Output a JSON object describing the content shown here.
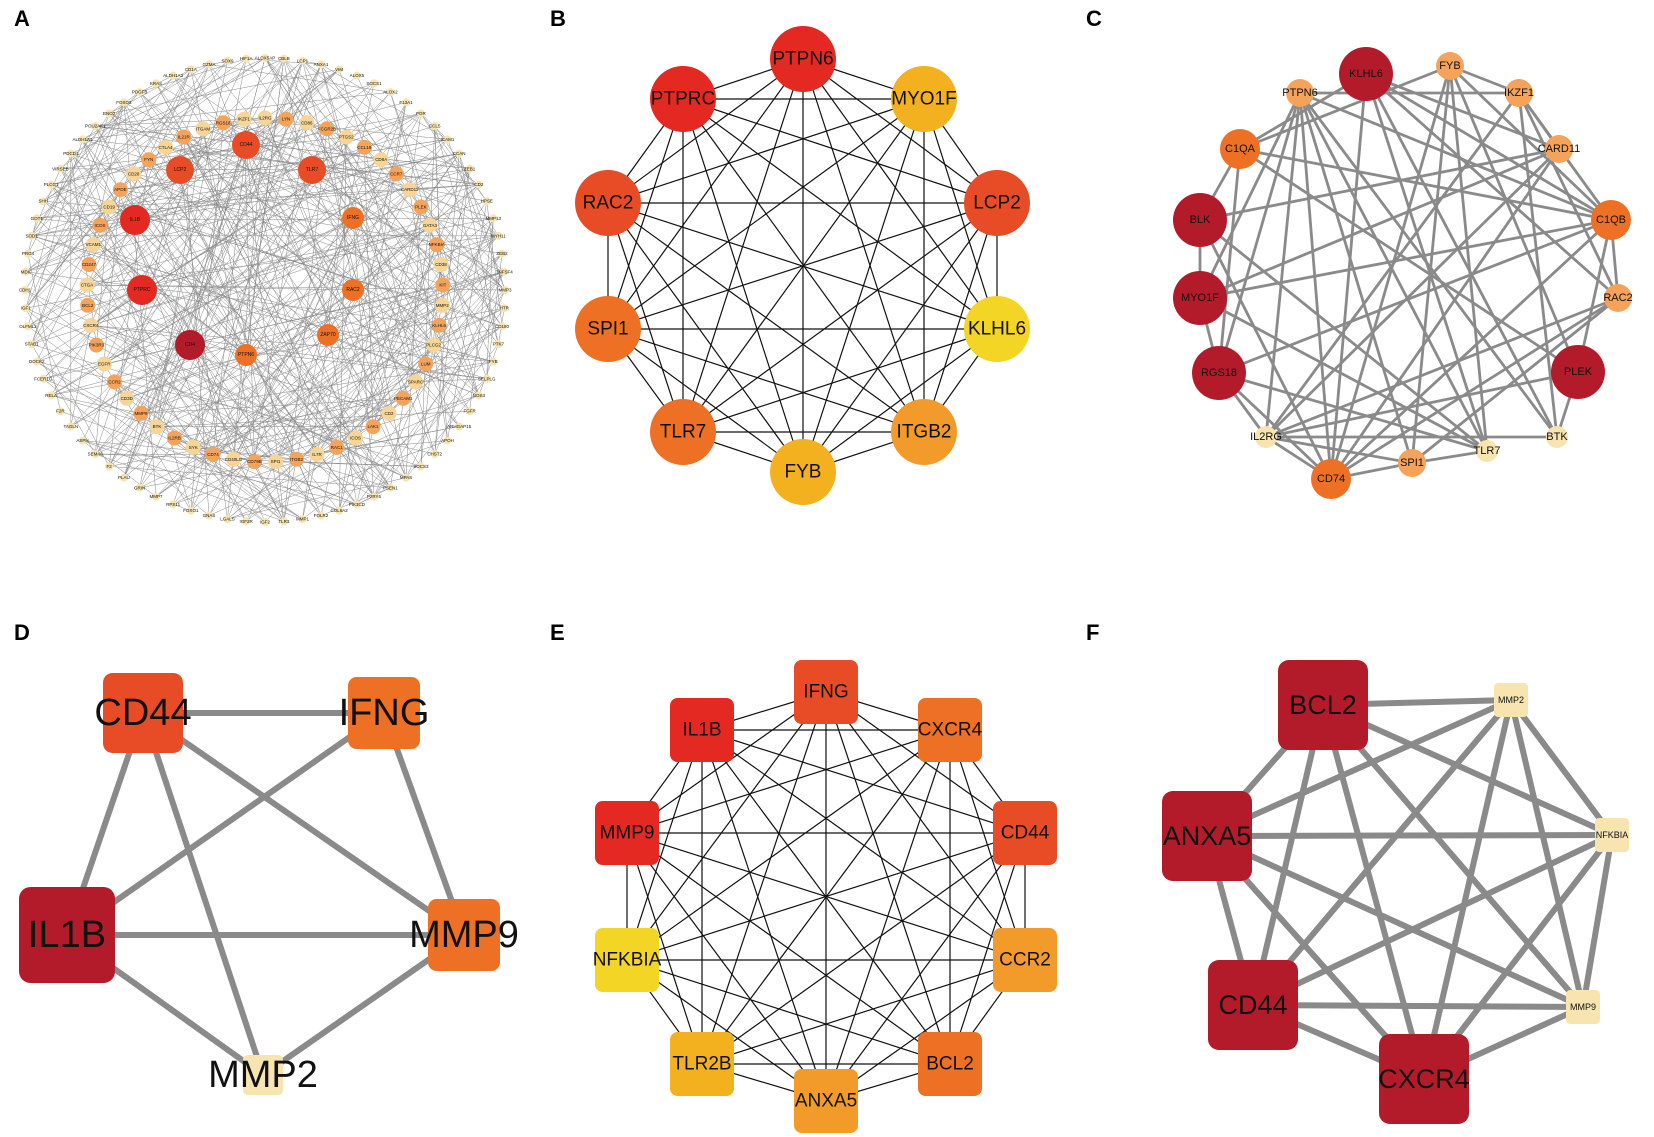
{
  "colors": {
    "darkred": "#b31b2b",
    "red": "#e42822",
    "redorange": "#e74c27",
    "orange": "#ee7024",
    "lightorange": "#f39b2a",
    "amber": "#f4b11f",
    "yellow": "#f3d526",
    "peach": "#f5a35a",
    "pale": "#f6d597",
    "palest": "#f7e4ae",
    "edge_black": "#111111",
    "edge_gray": "#8a8a8a"
  },
  "panels": {
    "A": {
      "letter": "A",
      "inner_nodes": [
        {
          "label": "CD44",
          "color": "redorange"
        },
        {
          "label": "TLR7",
          "color": "redorange"
        },
        {
          "label": "IFNG",
          "color": "orange"
        },
        {
          "label": "RAC2",
          "color": "orange"
        },
        {
          "label": "ZAP70",
          "color": "orange"
        },
        {
          "label": "PTPN6",
          "color": "orange"
        },
        {
          "label": "CD4",
          "color": "darkred"
        },
        {
          "label": "PTPRC",
          "color": "red"
        },
        {
          "label": "IL1B",
          "color": "red"
        },
        {
          "label": "LCP2",
          "color": "redorange"
        }
      ],
      "mid_nodes": [
        "IL2RG",
        "LYN",
        "CD86",
        "FCGR2B",
        "PTGS2",
        "CCL19",
        "CD8A",
        "CCR7",
        "CARD11",
        "PLEK",
        "GATA3",
        "NFKBIA",
        "CD38",
        "KIT",
        "MMP2",
        "KLHL6",
        "PLCG2",
        "LUM",
        "SPARC",
        "PECAM1",
        "CD2",
        "LAK1",
        "ICOS",
        "RAC1",
        "IL7R",
        "ITGB2",
        "SPI1",
        "CD79B",
        "CD40LG",
        "CD74",
        "SYK",
        "IL2RB",
        "BTK",
        "MMP9",
        "CD3D",
        "CCR2",
        "EGFR",
        "PIK3R3",
        "CXCR4",
        "BCL2",
        "CTGA",
        "CD247",
        "VCAM1",
        "ICOS",
        "CD19",
        "APOE",
        "CD28",
        "FYN",
        "CTLA4",
        "IL21R",
        "ITGAM",
        "RGS18",
        "IKZF1"
      ],
      "outer_nodes": [
        "ALOX5AP",
        "CBLB",
        "LCP1",
        "ANXA1",
        "VIM",
        "ALOX5",
        "SOCS1",
        "ALOX2",
        "F13A1",
        "PGR",
        "CCL5",
        "ICAM1",
        "CCAN",
        "ZEB1",
        "CD2",
        "HPSE",
        "MMP13",
        "MYH11",
        "ZEB2",
        "TNFSF4",
        "MMP3",
        "HTR",
        "CD180",
        "PTK7",
        "FYB",
        "SELPLG",
        "NOS3",
        "FGFR",
        "ARHGAP15",
        "APOH",
        "CHST2",
        "SOCS3",
        "MPAS",
        "PSEN1",
        "P2RY6",
        "PIK3CD",
        "COL6A2",
        "FOLR2",
        "MMP1",
        "TLR3",
        "IGF2",
        "IGF2R",
        "LGALS",
        "GNAS",
        "FOXO1",
        "RPS11",
        "MMP7",
        "GRIN",
        "PLAU",
        "F2",
        "SEMA6",
        "ASPH",
        "TAGLN",
        "F2R",
        "RELA",
        "FCER1G",
        "DOCK2",
        "STAB1",
        "OLFML2",
        "IGF1",
        "CDH1",
        "MDK",
        "PRG4",
        "SOD1",
        "GOT1",
        "SHH",
        "PLCG1",
        "VIRSEB",
        "PDCD1",
        "ALDH1A1",
        "POU2AF1",
        "ENO2",
        "FOXO3",
        "PDGFB",
        "KRAS",
        "ALDH1A3",
        "CD1A",
        "GZMA",
        "SOX9",
        "HIF1A"
      ]
    },
    "B": {
      "letter": "B",
      "nodes": [
        {
          "label": "PTPN6",
          "color": "red"
        },
        {
          "label": "MYO1F",
          "color": "amber"
        },
        {
          "label": "LCP2",
          "color": "redorange"
        },
        {
          "label": "KLHL6",
          "color": "yellow"
        },
        {
          "label": "ITGB2",
          "color": "lightorange"
        },
        {
          "label": "FYB",
          "color": "amber"
        },
        {
          "label": "TLR7",
          "color": "orange"
        },
        {
          "label": "SPI1",
          "color": "orange"
        },
        {
          "label": "RAC2",
          "color": "redorange"
        },
        {
          "label": "PTPRC",
          "color": "red"
        }
      ]
    },
    "C": {
      "letter": "C",
      "nodes": [
        {
          "label": "KLHL6",
          "color": "darkred",
          "size": "l"
        },
        {
          "label": "FYB",
          "color": "peach",
          "size": "s"
        },
        {
          "label": "IKZF1",
          "color": "peach",
          "size": "s"
        },
        {
          "label": "CARD11",
          "color": "peach",
          "size": "s"
        },
        {
          "label": "C1QB",
          "color": "orange",
          "size": "m"
        },
        {
          "label": "RAC2",
          "color": "peach",
          "size": "s"
        },
        {
          "label": "PLEK",
          "color": "darkred",
          "size": "l"
        },
        {
          "label": "BTK",
          "color": "palest",
          "size": "xs"
        },
        {
          "label": "TLR7",
          "color": "palest",
          "size": "xs"
        },
        {
          "label": "SPI1",
          "color": "peach",
          "size": "s"
        },
        {
          "label": "CD74",
          "color": "orange",
          "size": "m"
        },
        {
          "label": "IL2RG",
          "color": "palest",
          "size": "xs"
        },
        {
          "label": "RGS18",
          "color": "darkred",
          "size": "l"
        },
        {
          "label": "MYO1F",
          "color": "darkred",
          "size": "l"
        },
        {
          "label": "BLK",
          "color": "darkred",
          "size": "l"
        },
        {
          "label": "C1QA",
          "color": "orange",
          "size": "m"
        },
        {
          "label": "PTPN6",
          "color": "peach",
          "size": "s"
        }
      ]
    },
    "D": {
      "letter": "D",
      "nodes": [
        {
          "label": "CD44",
          "color": "redorange"
        },
        {
          "label": "IFNG",
          "color": "orange"
        },
        {
          "label": "MMP9",
          "color": "orange"
        },
        {
          "label": "MMP2",
          "color": "palest"
        },
        {
          "label": "IL1B",
          "color": "darkred"
        }
      ]
    },
    "E": {
      "letter": "E",
      "nodes": [
        {
          "label": "IFNG",
          "color": "redorange"
        },
        {
          "label": "CXCR4",
          "color": "orange"
        },
        {
          "label": "CD44",
          "color": "redorange"
        },
        {
          "label": "CCR2",
          "color": "lightorange"
        },
        {
          "label": "BCL2",
          "color": "orange"
        },
        {
          "label": "ANXA5",
          "color": "lightorange"
        },
        {
          "label": "TLR2B",
          "color": "amber"
        },
        {
          "label": "NFKBIA",
          "color": "yellow"
        },
        {
          "label": "MMP9",
          "color": "red"
        },
        {
          "label": "IL1B",
          "color": "red"
        }
      ]
    },
    "F": {
      "letter": "F",
      "nodes": [
        {
          "label": "BCL2",
          "color": "darkred",
          "size": "l"
        },
        {
          "label": "MMP2",
          "color": "palest",
          "size": "s"
        },
        {
          "label": "NFKBIA",
          "color": "palest",
          "size": "s"
        },
        {
          "label": "MMP9",
          "color": "palest",
          "size": "s"
        },
        {
          "label": "CXCR4",
          "color": "darkred",
          "size": "l"
        },
        {
          "label": "CD44",
          "color": "darkred",
          "size": "l"
        },
        {
          "label": "ANXA5",
          "color": "darkred",
          "size": "l"
        }
      ]
    }
  }
}
